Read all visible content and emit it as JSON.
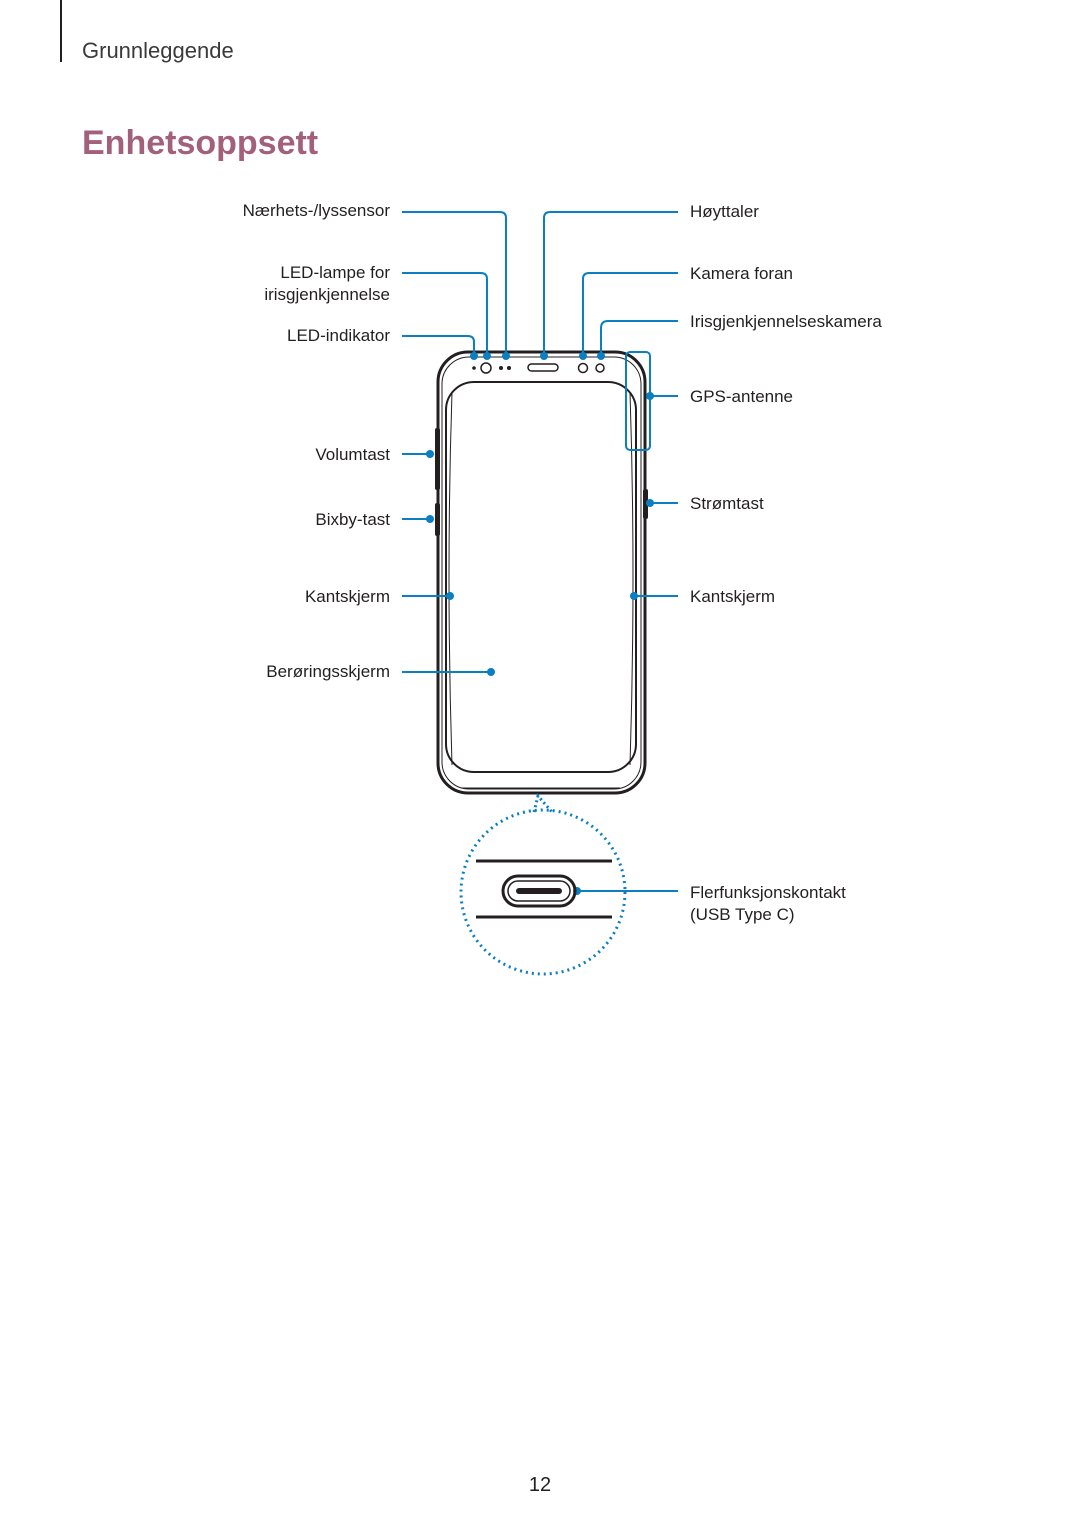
{
  "header": {
    "section": "Grunnleggende"
  },
  "page": {
    "title": "Enhetsoppsett",
    "number": "12"
  },
  "labels": {
    "proximity_sensor": "Nærhets-/lyssensor",
    "led_iris_line1": "LED-lampe for",
    "led_iris_line2": "irisgjenkjennelse",
    "led_indicator": "LED-indikator",
    "volume_key": "Volumtast",
    "bixby_key": "Bixby-tast",
    "edge_screen_left": "Kantskjerm",
    "touchscreen": "Berøringsskjerm",
    "speaker": "Høyttaler",
    "front_camera": "Kamera foran",
    "iris_camera": "Irisgjenkjennelseskamera",
    "gps_antenna": "GPS-antenne",
    "power_key": "Strømtast",
    "edge_screen_right": "Kantskjerm",
    "connector_line1": "Flerfunksjonskontakt",
    "connector_line2": "(USB Type C)"
  },
  "colors": {
    "title": "#a3607a",
    "callout": "#0b7fc1",
    "text": "#231f20"
  }
}
